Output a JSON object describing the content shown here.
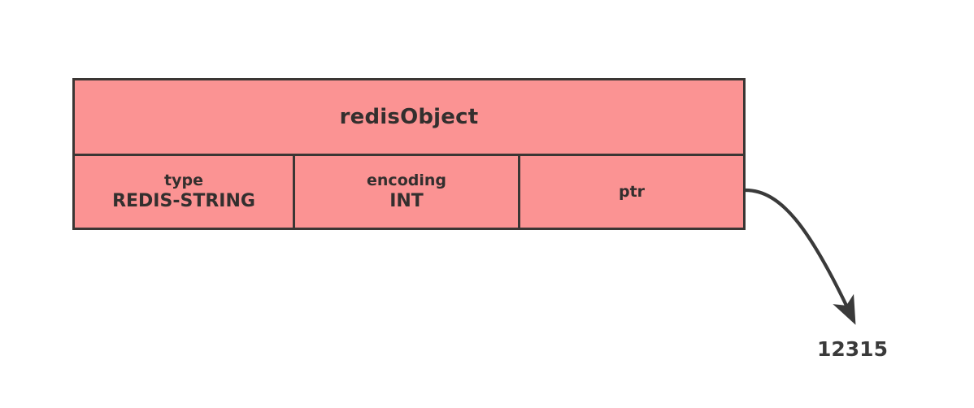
{
  "diagram": {
    "title": "redisObject",
    "struct": {
      "header_label": "redisObject",
      "fields": [
        {
          "key": "type",
          "value": "REDIS-STRING"
        },
        {
          "key": "encoding",
          "value": "INT"
        },
        {
          "key": "ptr",
          "value": ""
        }
      ]
    },
    "pointer": {
      "arrow_icon": "curved-arrow-icon",
      "target_value": "12315"
    },
    "colors": {
      "box_fill": "#fb9393",
      "box_border": "#3a3634",
      "text": "#332f2e",
      "arrow": "#3a3a3a",
      "background": "#ffffff"
    }
  }
}
